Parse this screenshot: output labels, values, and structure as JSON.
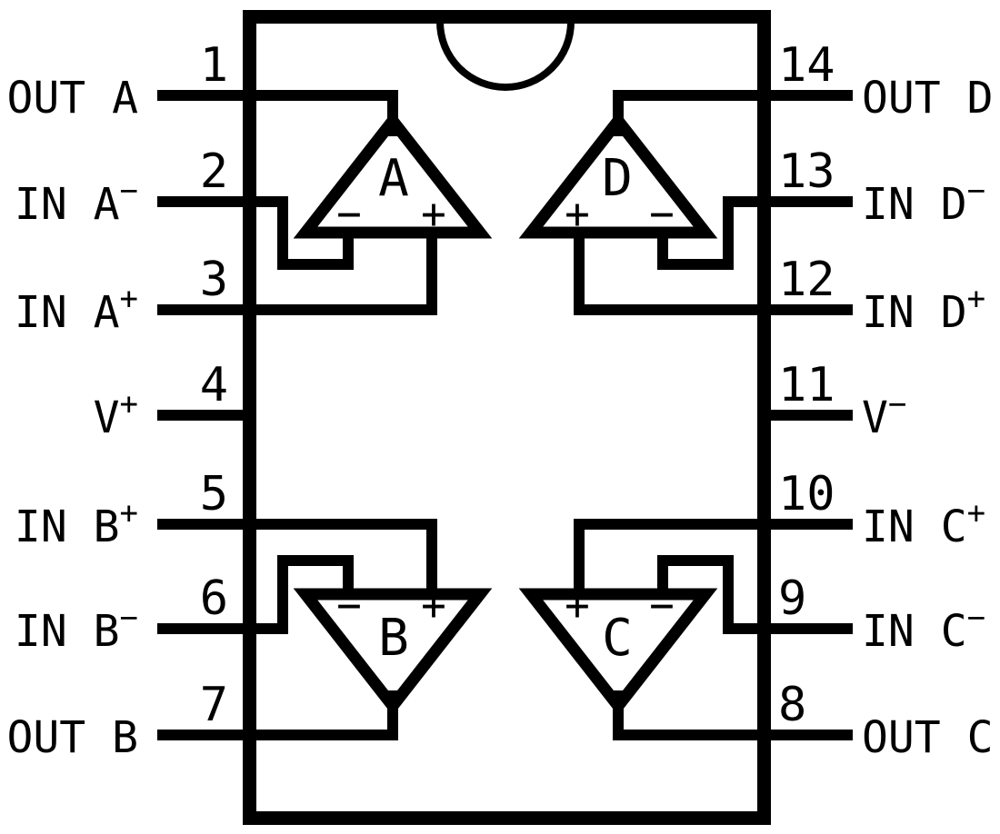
{
  "colors": {
    "ink": "#000000",
    "background": "#ffffff"
  },
  "pins": {
    "left": [
      {
        "number": "1",
        "label": "OUT A",
        "sup": ""
      },
      {
        "number": "2",
        "label": "IN A",
        "sup": "−"
      },
      {
        "number": "3",
        "label": "IN A",
        "sup": "+"
      },
      {
        "number": "4",
        "label": "V",
        "sup": "+"
      },
      {
        "number": "5",
        "label": "IN B",
        "sup": "+"
      },
      {
        "number": "6",
        "label": "IN B",
        "sup": "−"
      },
      {
        "number": "7",
        "label": "OUT B",
        "sup": ""
      }
    ],
    "right": [
      {
        "number": "14",
        "label": "OUT D",
        "sup": ""
      },
      {
        "number": "13",
        "label": "IN D",
        "sup": "−"
      },
      {
        "number": "12",
        "label": "IN D",
        "sup": "+"
      },
      {
        "number": "11",
        "label": "V",
        "sup": "−"
      },
      {
        "number": "10",
        "label": "IN C",
        "sup": "+"
      },
      {
        "number": "9",
        "label": "IN C",
        "sup": "−"
      },
      {
        "number": "8",
        "label": "OUT C",
        "sup": ""
      }
    ]
  },
  "opamps": [
    {
      "letter": "A",
      "left_sign": "−",
      "right_sign": "+"
    },
    {
      "letter": "D",
      "left_sign": "+",
      "right_sign": "−"
    },
    {
      "letter": "B",
      "left_sign": "−",
      "right_sign": "+"
    },
    {
      "letter": "C",
      "left_sign": "+",
      "right_sign": "−"
    }
  ]
}
